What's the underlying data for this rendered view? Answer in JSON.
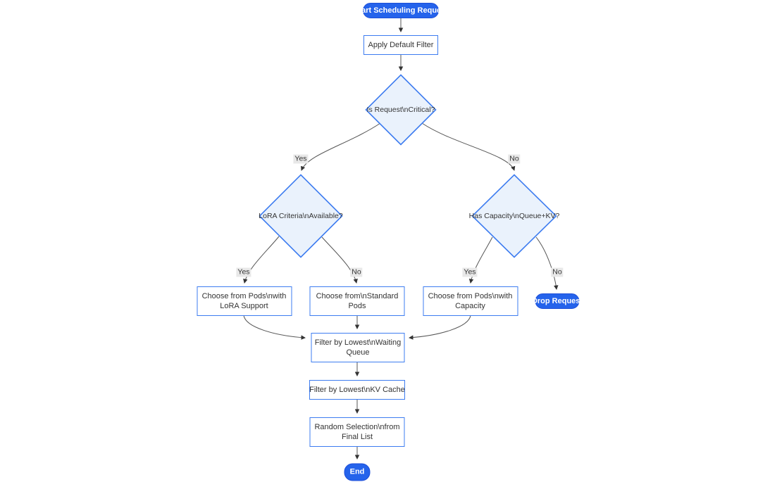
{
  "flowchart": {
    "type": "flowchart",
    "nodes": {
      "start": {
        "label": "Start Scheduling Request",
        "shape": "stadium"
      },
      "apply_default_filter": {
        "label": "Apply Default Filter",
        "shape": "rect"
      },
      "is_request_critical": {
        "label": "Is Request\\nCritical?",
        "shape": "diamond"
      },
      "lora_criteria_available": {
        "label": "LoRA Criteria\\nAvailable?",
        "shape": "diamond"
      },
      "has_capacity_queue_kv": {
        "label": "Has Capacity\\nQueue+KV?",
        "shape": "diamond"
      },
      "choose_pods_lora": {
        "label": "Choose from Pods\\nwith LoRA Support",
        "shape": "rect"
      },
      "choose_standard_pods": {
        "label": "Choose from\\nStandard Pods",
        "shape": "rect"
      },
      "choose_pods_capacity": {
        "label": "Choose from Pods\\nwith Capacity",
        "shape": "rect"
      },
      "drop_request": {
        "label": "Drop Request",
        "shape": "stadium"
      },
      "filter_waiting_queue": {
        "label": "Filter by Lowest\\nWaiting Queue",
        "shape": "rect"
      },
      "filter_kv_cache": {
        "label": "Filter by Lowest\\nKV Cache",
        "shape": "rect"
      },
      "random_selection": {
        "label": "Random Selection\\nfrom Final List",
        "shape": "rect"
      },
      "end": {
        "label": "End",
        "shape": "stadium"
      }
    },
    "edge_labels": {
      "critical_yes": "Yes",
      "critical_no": "No",
      "lora_yes": "Yes",
      "lora_no": "No",
      "capacity_yes": "Yes",
      "capacity_no": "No"
    },
    "colors": {
      "stadium_fill": "#2563eb",
      "stadium_border": "#1d4ed8",
      "stadium_text": "#ffffff",
      "rect_fill": "#ffffff",
      "diamond_fill": "#eaf2fc",
      "node_border": "#3d7cf0",
      "node_text": "#333333",
      "edge_stroke": "#555555",
      "arrowhead": "#333333",
      "edge_label_bg": "#e8e8e8",
      "background": "#ffffff"
    }
  }
}
